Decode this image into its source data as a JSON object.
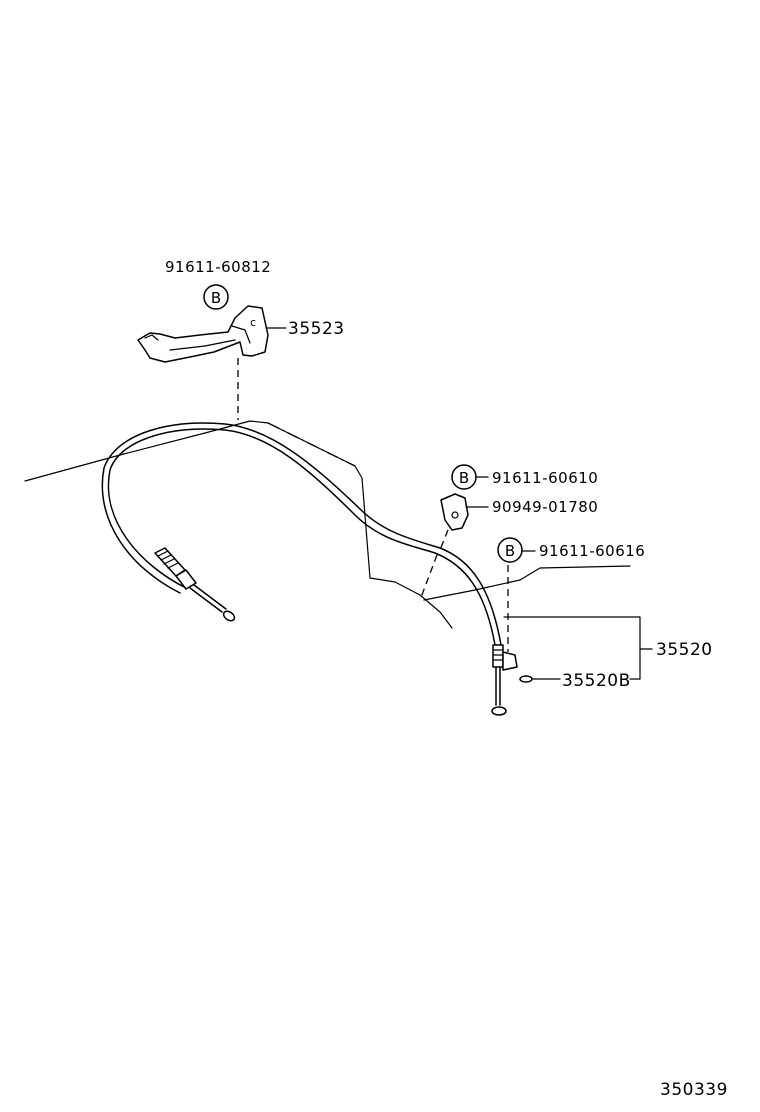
{
  "labels": {
    "bracket_bolt": "91611-60812",
    "bracket": "35523",
    "clamp_bolt": "91611-60610",
    "clamp": "90949-01780",
    "cable_bolt": "91611-60616",
    "cable_assy": "35520",
    "cable_clip": "35520B",
    "diagram_id": "350339"
  },
  "markers": {
    "b1": "B",
    "b2": "B",
    "b3": "B"
  }
}
